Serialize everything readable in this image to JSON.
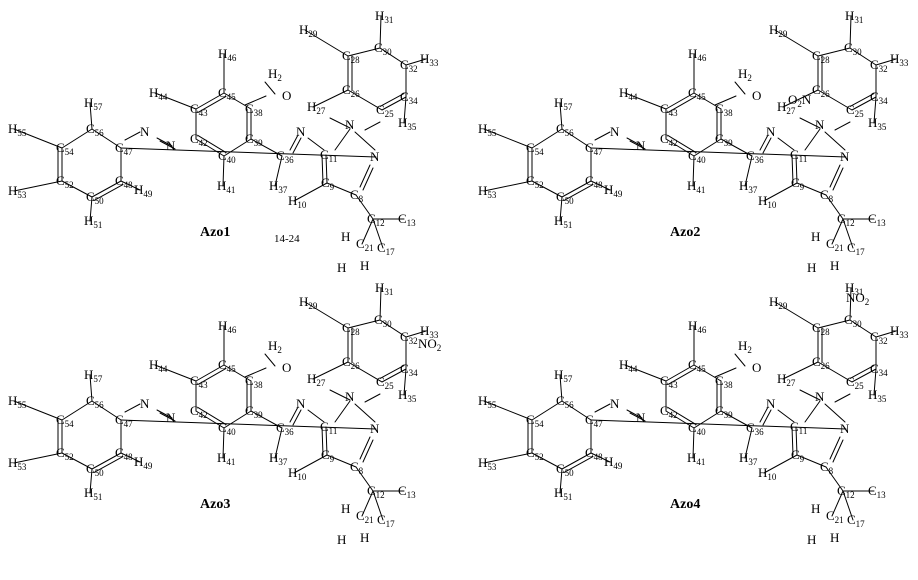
{
  "figure": {
    "panels": [
      {
        "caption": "Azo1",
        "note": "14-24",
        "nitro_position": "none",
        "nitro_label": ""
      },
      {
        "caption": "Azo2",
        "note": "",
        "nitro_position": "26",
        "nitro_label": "O2N"
      },
      {
        "caption": "Azo3",
        "note": "",
        "nitro_position": "32",
        "nitro_label": "NO2"
      },
      {
        "caption": "Azo4",
        "note": "",
        "nitro_position": "30",
        "nitro_label": "NO2"
      }
    ]
  }
}
